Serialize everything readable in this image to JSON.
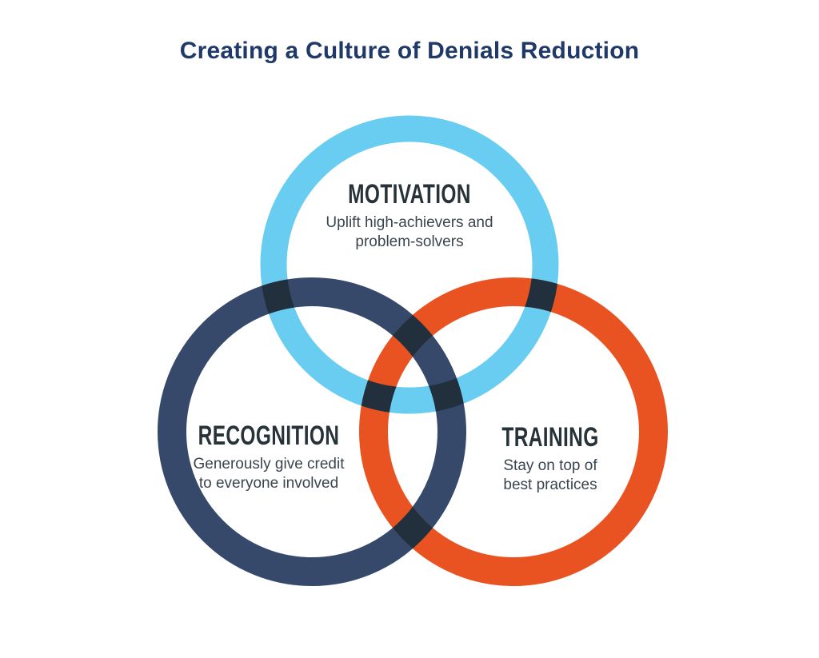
{
  "title": "Creating a Culture of Denials Reduction",
  "colors": {
    "blue": "#69cdf2",
    "navy": "#36496a",
    "orange": "#e85321",
    "overlap": "#22303e",
    "title_text": "#1f3969",
    "heading_text": "#273239",
    "description_text": "#3a454f"
  },
  "circles": [
    {
      "id": "motivation",
      "label": "MOTIVATION",
      "description": "Uplift high-achievers and\nproblem-solvers"
    },
    {
      "id": "recognition",
      "label": "RECOGNITION",
      "description": "Generously give credit\nto everyone involved"
    },
    {
      "id": "training",
      "label": "TRAINING",
      "description": "Stay on top of\nbest practices"
    }
  ]
}
